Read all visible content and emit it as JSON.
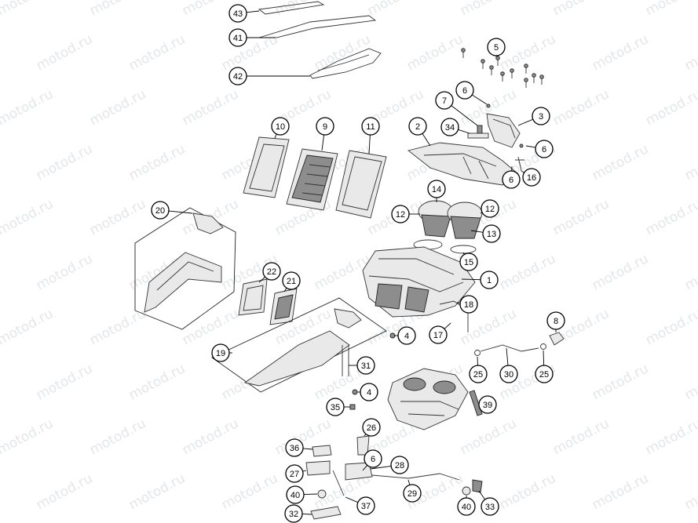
{
  "watermark": "motod.ru",
  "callouts": [
    "1",
    "2",
    "3",
    "4",
    "4",
    "5",
    "6",
    "6",
    "6",
    "6",
    "7",
    "8",
    "9",
    "10",
    "11",
    "12",
    "12",
    "13",
    "14",
    "15",
    "16",
    "17",
    "18",
    "19",
    "20",
    "21",
    "22",
    "25",
    "25",
    "26",
    "27",
    "28",
    "29",
    "30",
    "31",
    "32",
    "33",
    "34",
    "35",
    "36",
    "37",
    "39",
    "40",
    "40",
    "41",
    "42",
    "43"
  ]
}
